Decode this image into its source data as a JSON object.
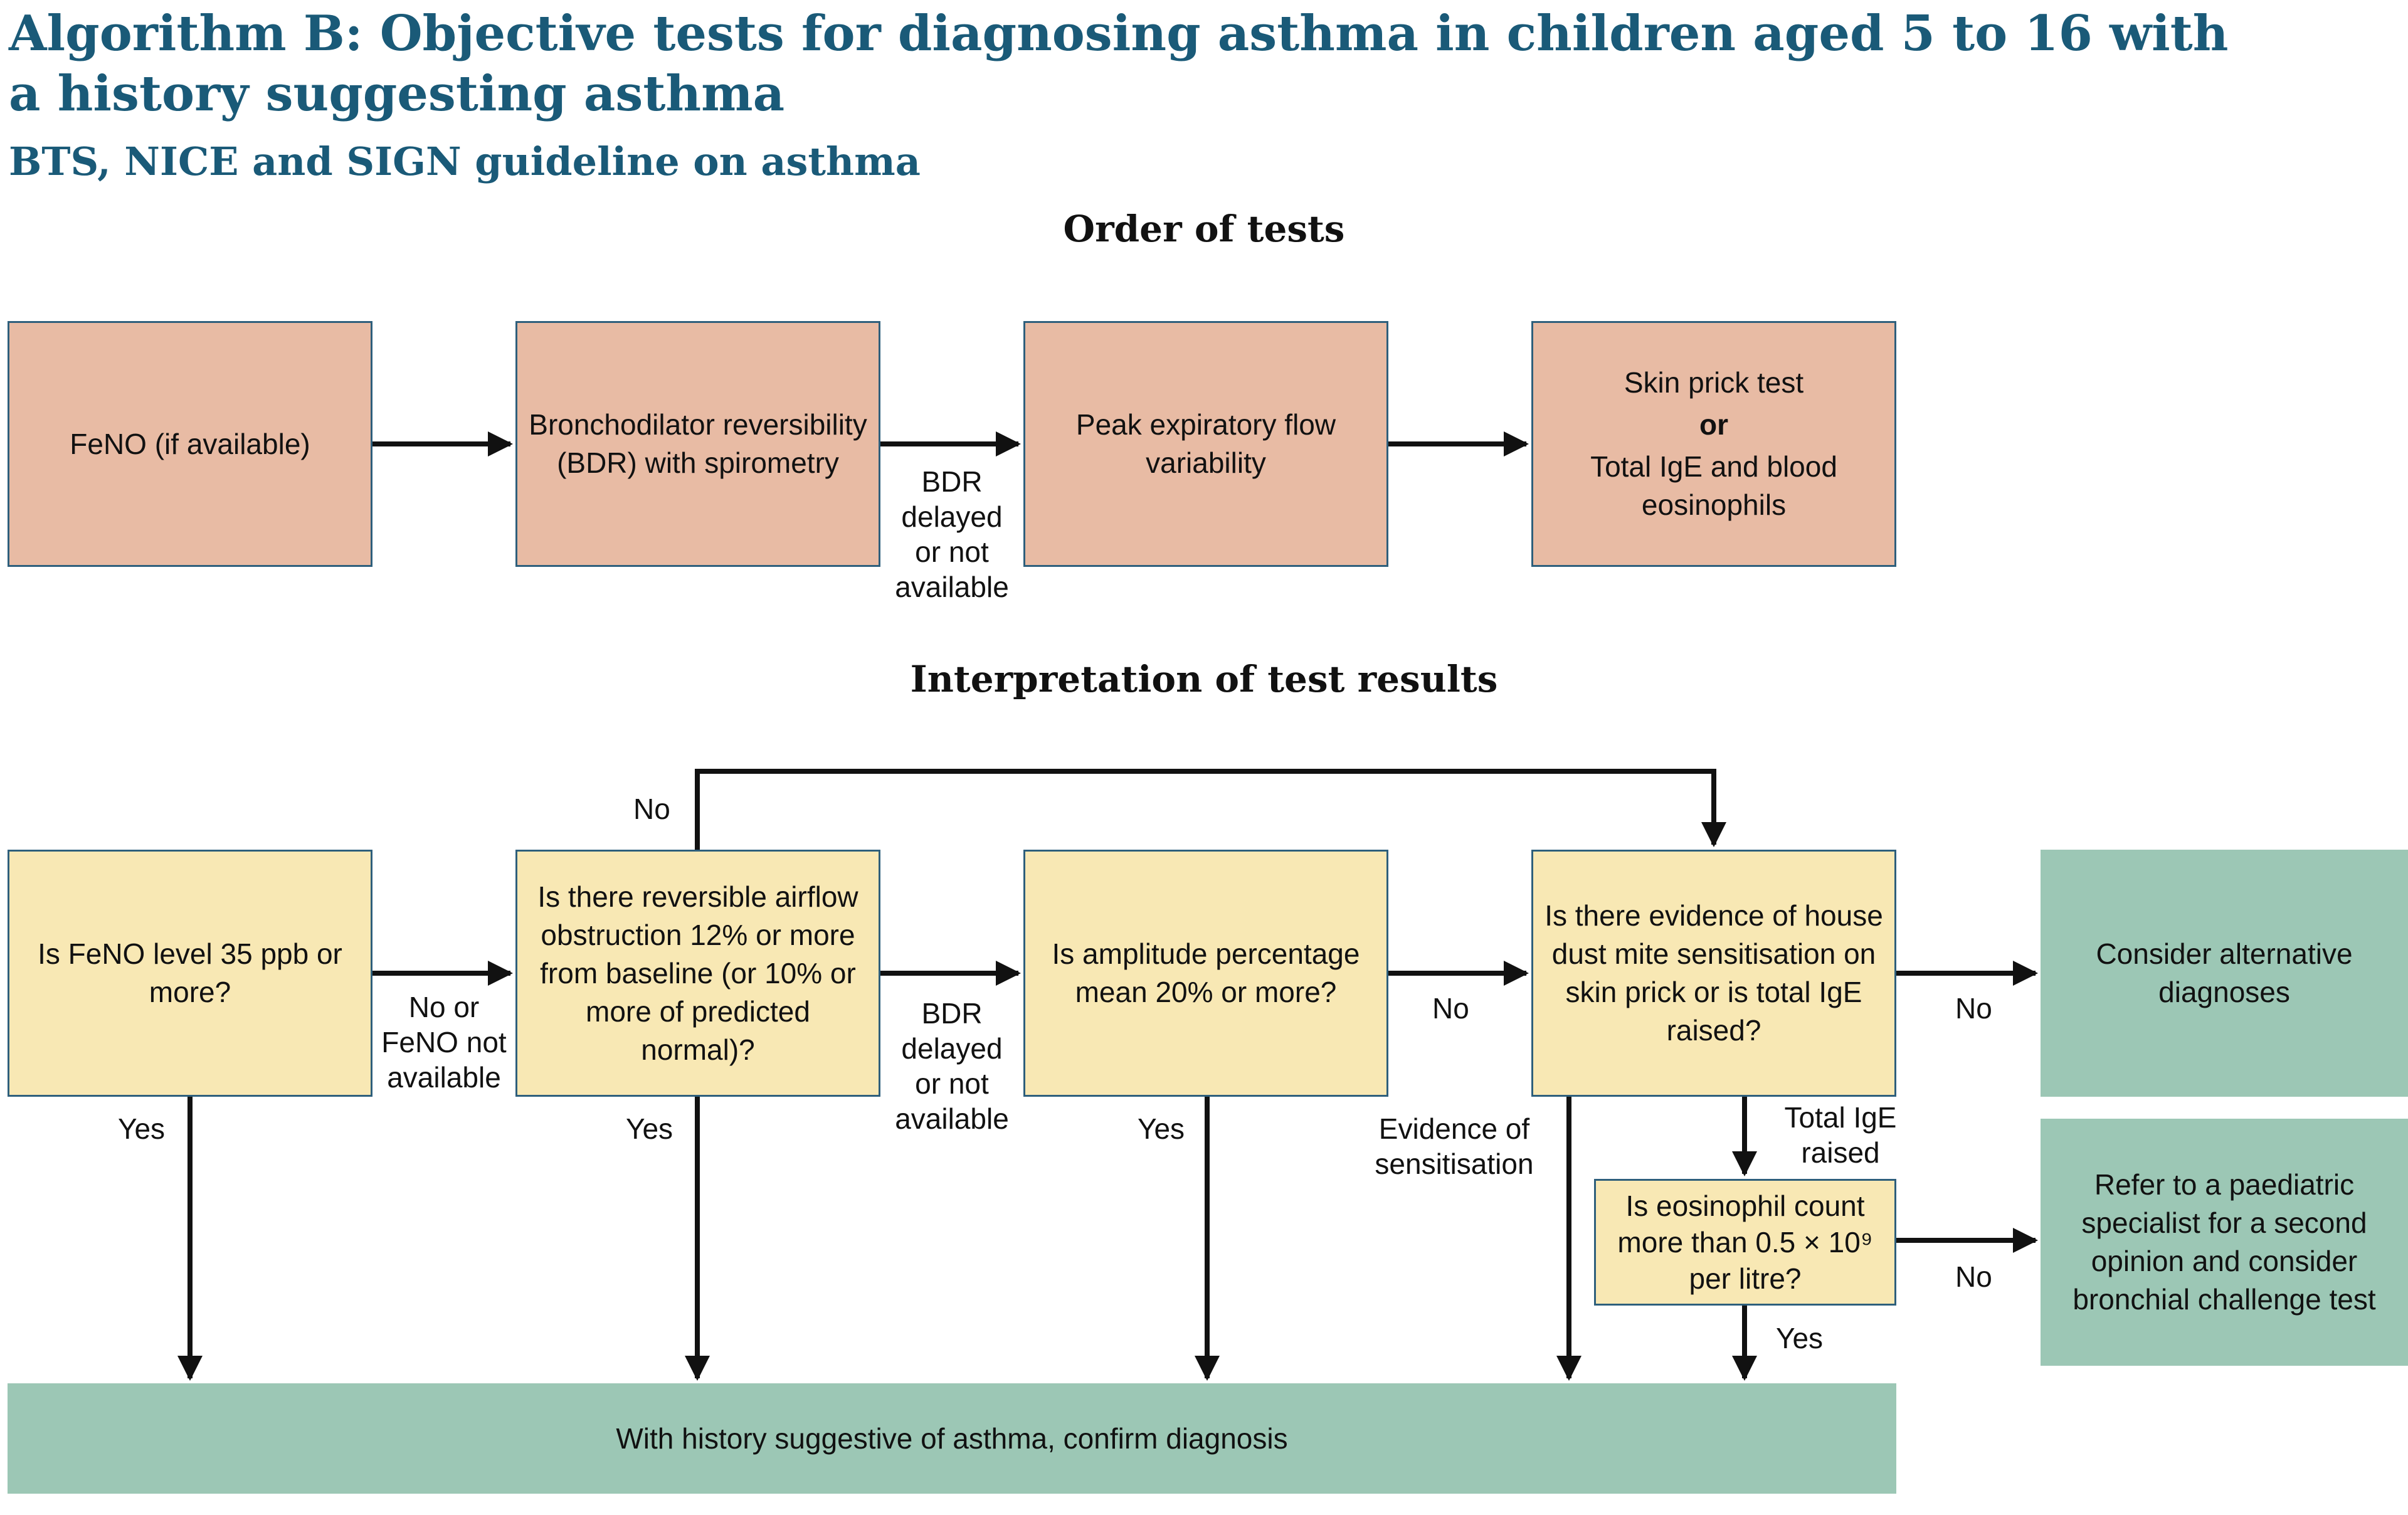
{
  "title": "Algorithm B: Objective tests for diagnosing asthma in children aged 5 to 16 with a history suggesting asthma",
  "subtitle": "BTS, NICE and SIGN guideline on asthma",
  "order_section": {
    "heading": "Order of tests",
    "tests": [
      "FeNO (if available)",
      "Bronchodilator reversibility (BDR) with spirometry",
      "Peak expiratory flow variability",
      {
        "line1": "Skin prick test",
        "or": "or",
        "line2": "Total IgE and blood eosinophils"
      }
    ],
    "bdr_label": [
      "BDR",
      "delayed",
      "or not",
      "available"
    ]
  },
  "interpretation": {
    "heading": "Interpretation of test results",
    "q1": "Is FeNO level 35 ppb or more?",
    "q2": "Is there reversible airflow obstruction 12% or more from baseline (or 10% or more of predicted normal)?",
    "q3": "Is amplitude percentage mean 20% or more?",
    "q4": "Is there evidence of house dust mite sensitisation on skin prick or is total IgE raised?",
    "q5": "Is eosinophil count more than 0.5 × 10⁹ per litre?",
    "outcome_alt": "Consider alternative diagnoses",
    "outcome_refer": "Refer to a paediatric specialist for a second opinion and consider bronchial challenge test",
    "outcome_confirm": "With history suggestive of asthma, confirm diagnosis",
    "labels": {
      "no_top": "No",
      "no_feno": [
        "No or",
        "FeNO not",
        "available"
      ],
      "bdr_delayed": [
        "BDR",
        "delayed",
        "or not",
        "available"
      ],
      "no_q3": "No",
      "no_q4": "No",
      "no_q5": "No",
      "yes_q1": "Yes",
      "yes_q2": "Yes",
      "yes_q3": "Yes",
      "yes_q5": "Yes",
      "evidence": [
        "Evidence of",
        "sensitisation"
      ],
      "total_ige": [
        "Total IgE",
        "raised"
      ]
    }
  },
  "colors": {
    "title": "#1a5a78",
    "test_fill": "#e8bba4",
    "question_fill": "#f8e8b4",
    "outcome_fill": "#9cc7b5",
    "box_border": "#2e5f7c"
  }
}
